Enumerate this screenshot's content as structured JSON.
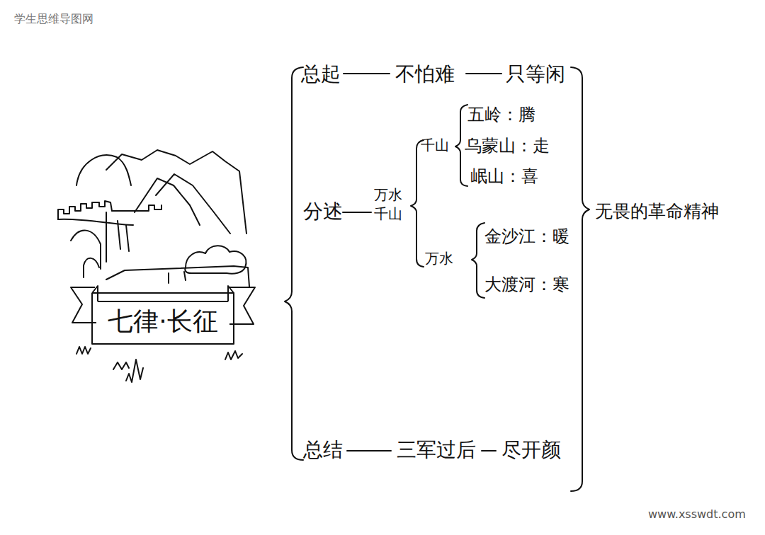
{
  "diagram": {
    "nodes": [
      {
        "text": [
          "七律·长征"
        ]
      }
    ],
    "labels": [
      "学生思维导图网",
      "总起",
      "不怕难",
      "只等闲",
      "分述",
      "万水 千山",
      "千山",
      "五岭：腾",
      "乌蒙山：走",
      "岷山：喜",
      "万水",
      "金沙江：暖",
      "大渡河：寒",
      "无畏的革命精神",
      "总结",
      "三军过后",
      "尽开颜",
      "www.xsswdt.com"
    ]
  }
}
